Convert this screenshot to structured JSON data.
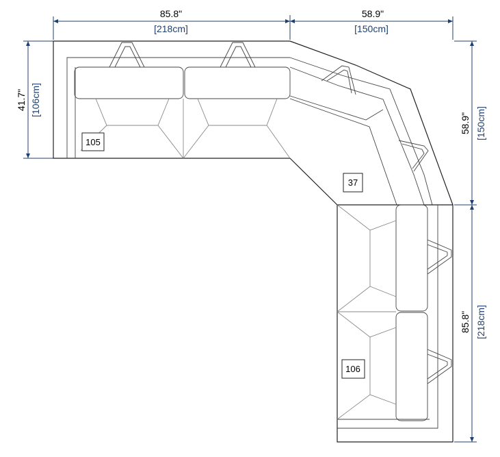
{
  "dimensions": {
    "left_width": {
      "in": "85.8\"",
      "cm": "[218cm]"
    },
    "corner_width": {
      "in": "58.9\"",
      "cm": "[150cm]"
    },
    "left_depth": {
      "in": "41.7\"",
      "cm": "[106cm]"
    },
    "corner_depth": {
      "in": "58.9\"",
      "cm": "[150cm]"
    },
    "right_length": {
      "in": "85.8\"",
      "cm": "[218cm]"
    }
  },
  "sections": {
    "left": "105",
    "corner": "37",
    "right": "106"
  },
  "colors": {
    "dimension": "#1f3f6e",
    "outline": "#222222"
  }
}
